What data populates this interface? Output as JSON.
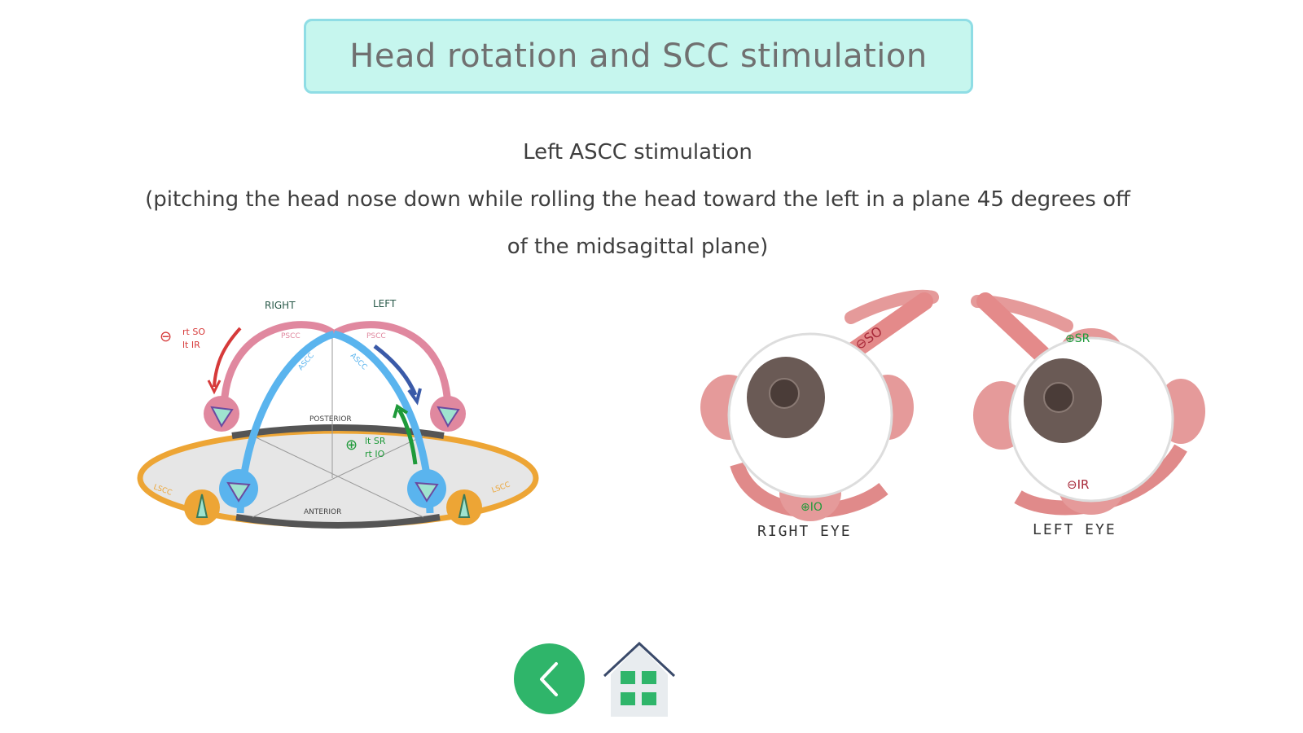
{
  "header": {
    "title": "Head rotation and SCC stimulation"
  },
  "content": {
    "heading": "Left ASCC stimulation",
    "description_line1": "(pitching the head nose down while rolling the head toward the left in a plane 45 degrees off",
    "description_line2": "of the midsagittal plane)"
  },
  "canal_diagram": {
    "label_right": "RIGHT",
    "label_left": "LEFT",
    "label_pscc_right": "PSCC",
    "label_pscc_left": "PSCC",
    "label_ascc_right": "ASCC",
    "label_ascc_left": "ASCC",
    "label_posterior": "POSTERIOR",
    "label_anterior": "ANTERIOR",
    "label_lscc_right": "LSCC",
    "label_lscc_left": "LSCC",
    "label_inhib_sign": "⊖",
    "label_inhib_line1": "rt SO",
    "label_inhib_line2": "lt IR",
    "label_excite_sign": "⊕",
    "label_excite_line1": "lt SR",
    "label_excite_line2": "rt IO",
    "colors": {
      "pscc": "#e0889f",
      "ascc": "#5ab4ee",
      "lscc": "#eda535",
      "inhibit": "#d63a3a",
      "excite": "#1f9a3a",
      "arrow": "#3a5aa8"
    }
  },
  "eyes": {
    "right": {
      "label": "RIGHT EYE",
      "muscle_top_label": "⊖SO",
      "muscle_bottom_label": "⊕IO"
    },
    "left": {
      "label": "LEFT EYE",
      "muscle_top_label": "⊕SR",
      "muscle_bottom_label": "⊖IR"
    }
  },
  "nav": {
    "back_icon": "chevron-left",
    "home_icon": "home"
  }
}
